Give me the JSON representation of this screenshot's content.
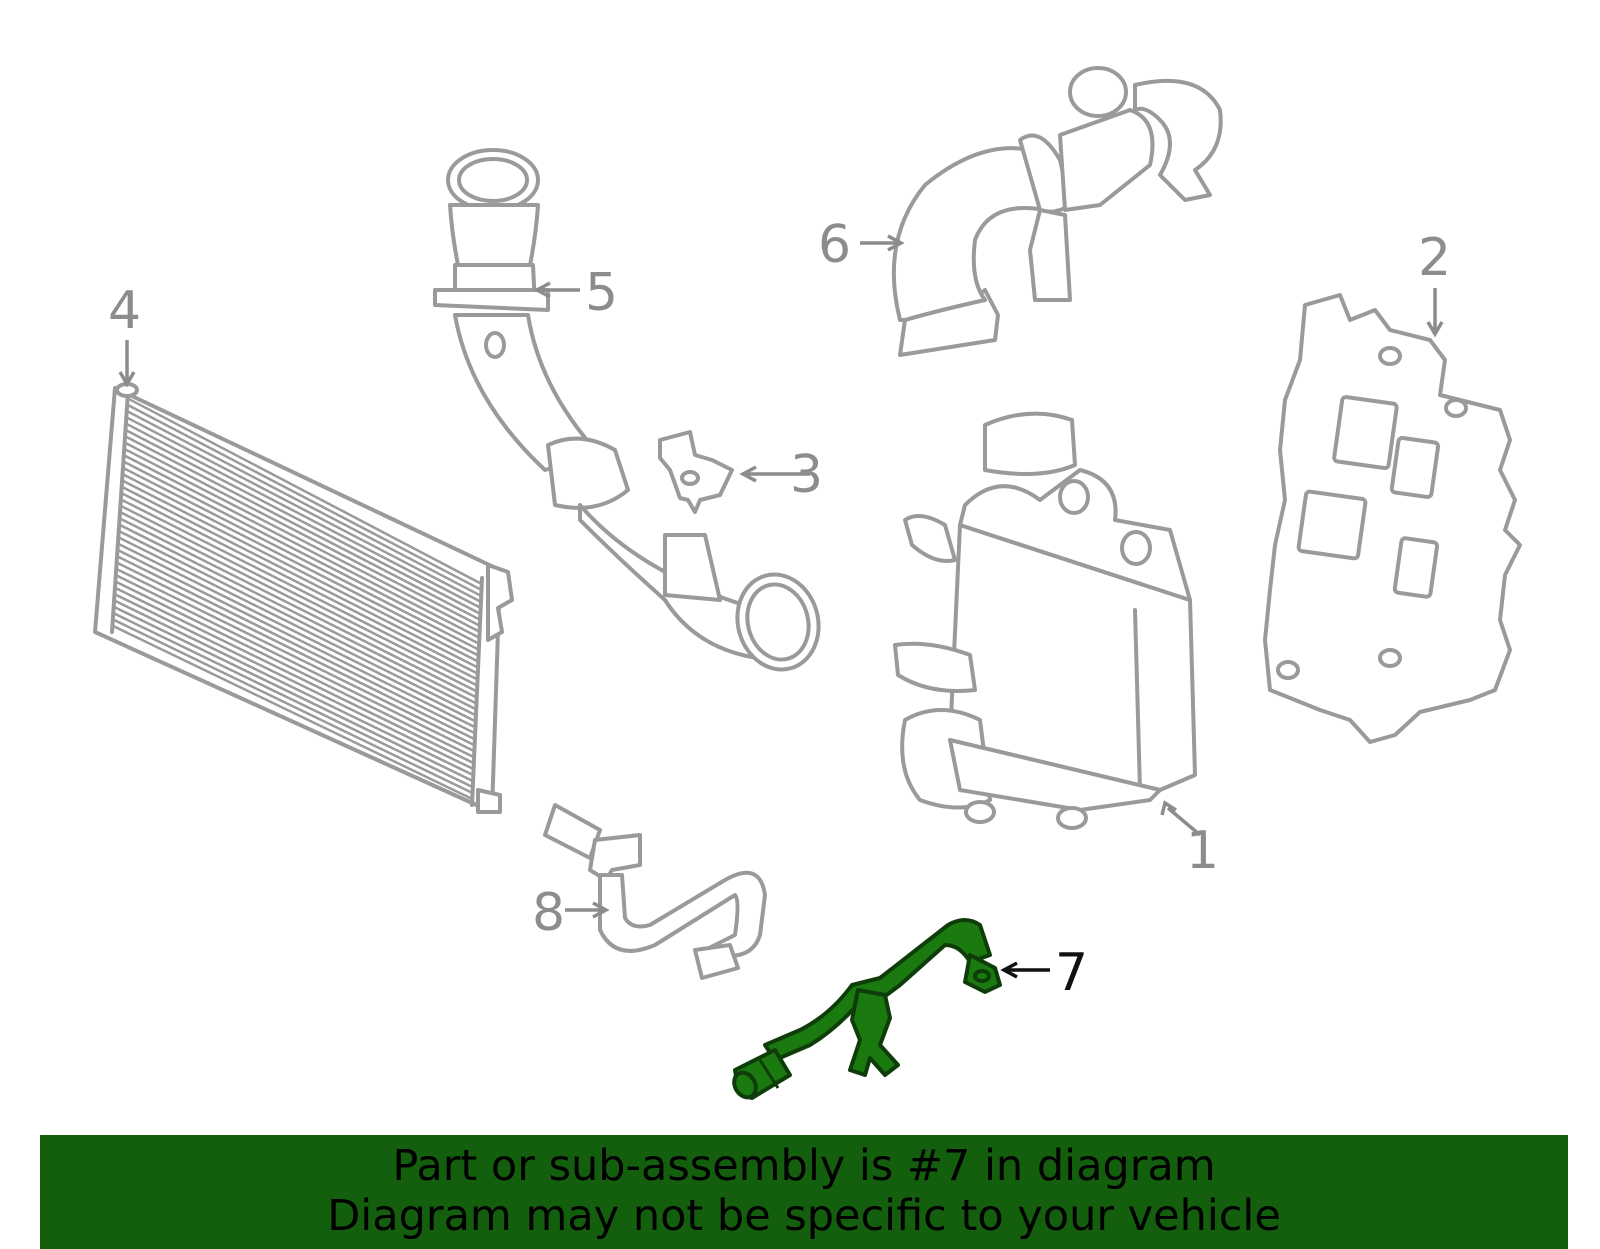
{
  "callouts": {
    "c1": "1",
    "c2": "2",
    "c3": "3",
    "c4": "4",
    "c5": "5",
    "c6": "6",
    "c7": "7",
    "c8": "8"
  },
  "highlight": {
    "part_number": "7",
    "part_color": "#1a7a10"
  },
  "banner": {
    "line1": "Part or sub-assembly is #7 in diagram",
    "line2": "Diagram may not be specific to your vehicle",
    "background": "#145f0d"
  }
}
